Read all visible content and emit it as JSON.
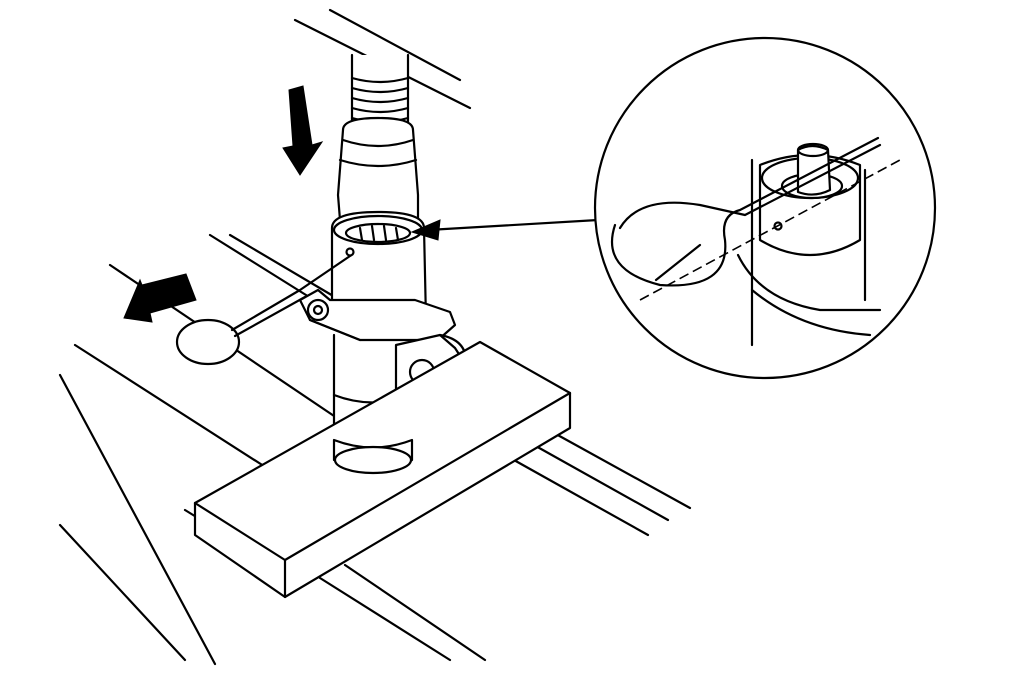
{
  "figure": {
    "kind": "line-art-technical-illustration",
    "ink_color": "#000000",
    "paper_color": "#ffffff",
    "elements": [
      "overhead-beam",
      "threaded-rod",
      "coupling-sleeve",
      "socket-tube",
      "mounting-bracket",
      "base-plate",
      "floor-rails",
      "cotter-pin",
      "downward-arrow",
      "insertion-arrow",
      "pointer-arrow",
      "detail-callout-circle"
    ]
  }
}
